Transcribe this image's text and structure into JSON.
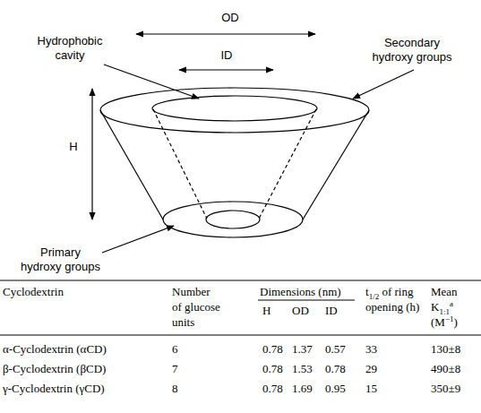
{
  "diagram": {
    "labels": [
      "OD",
      "ID",
      "Hydrophobic cavity",
      "Secondary hydroxy groups",
      "H",
      "Primary hydroxy groups",
      "Cyclodextrin",
      "Number of glucose units",
      "Dimensions (nm)",
      "H",
      "OD",
      "ID",
      "t",
      "1/2",
      "of ring opening (h)",
      "Mean",
      "K",
      "1:1",
      "a",
      "(M",
      "−1",
      ")",
      "α-Cyclodextrin (αCD)",
      "6",
      "0.78",
      "1.37",
      "0.57",
      "33",
      "130±8",
      "β-Cyclodextrin (βCD)",
      "7",
      "0.78",
      "1.53",
      "0.78",
      "29",
      "490±8",
      "γ-Cyclodextrin (γCD)",
      "8",
      "0.78",
      "1.69",
      "0.95",
      "15",
      "350±9"
    ]
  }
}
